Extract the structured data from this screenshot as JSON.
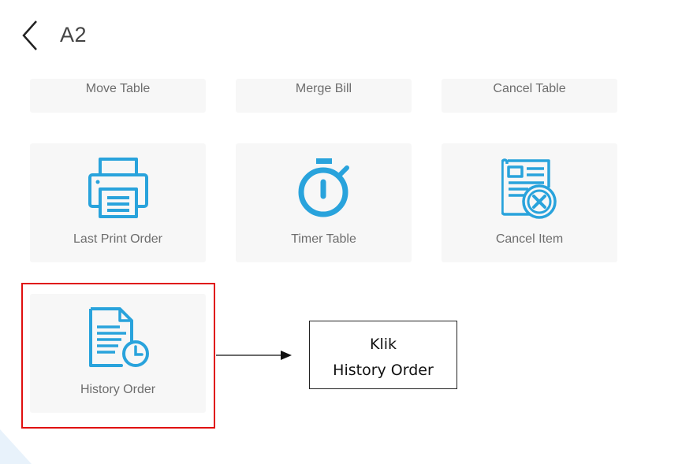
{
  "header": {
    "title": "A2"
  },
  "tiles": {
    "move_table": "Move Table",
    "merge_bill": "Merge Bill",
    "cancel_table": "Cancel Table",
    "last_print_order": "Last Print Order",
    "timer_table": "Timer Table",
    "cancel_item": "Cancel Item",
    "history_order": "History Order"
  },
  "annotation": {
    "line1": "Klik",
    "line2": "History Order"
  },
  "colors": {
    "icon_blue": "#29a3dc",
    "highlight_red": "#e01010",
    "tile_bg": "#f7f7f7"
  },
  "icons": [
    "back-chevron-icon",
    "printer-icon",
    "stopwatch-icon",
    "cancel-item-icon",
    "history-order-icon"
  ]
}
